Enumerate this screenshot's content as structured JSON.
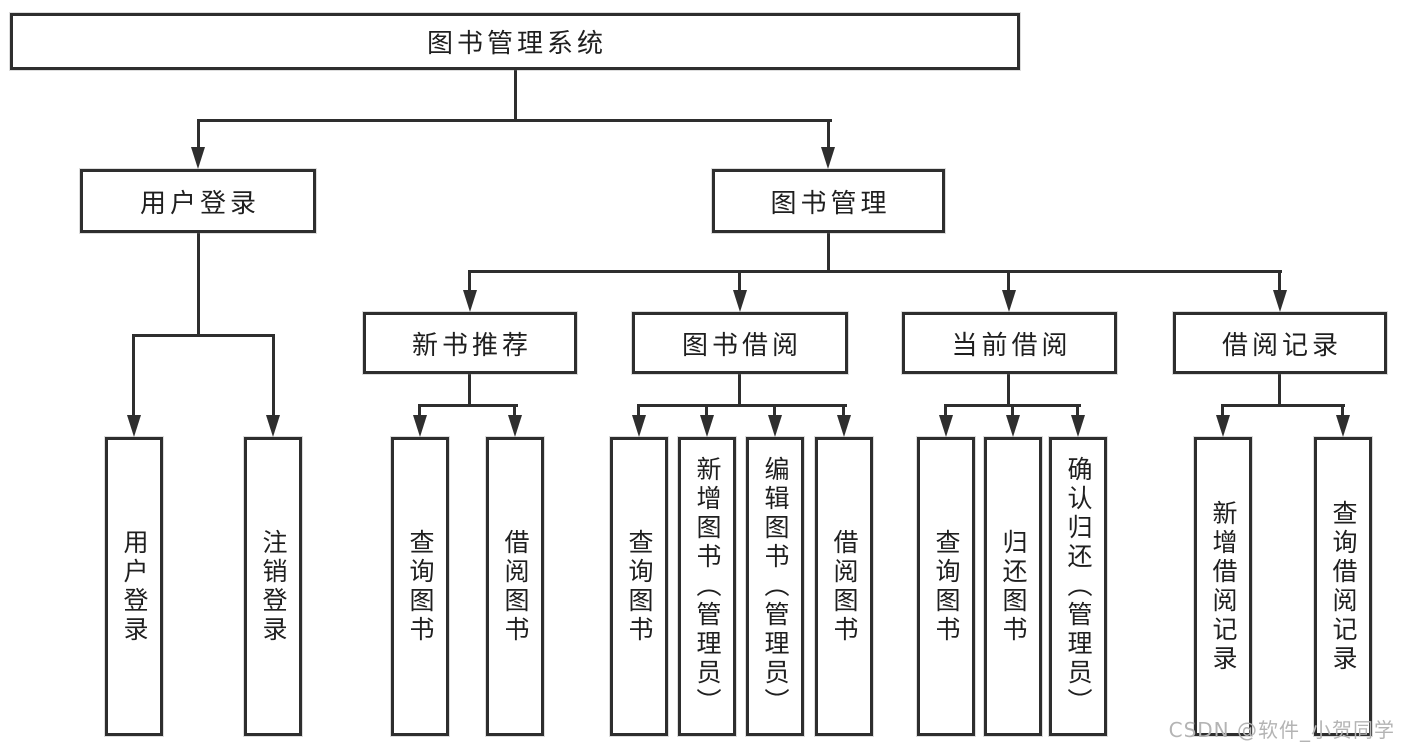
{
  "diagram_title": "图书管理系统",
  "tree": {
    "label": "图书管理系统",
    "children": [
      {
        "label": "用户登录",
        "children": [
          {
            "label": "用户登录"
          },
          {
            "label": "注销登录"
          }
        ]
      },
      {
        "label": "图书管理",
        "children": [
          {
            "label": "新书推荐",
            "children": [
              {
                "label": "查询图书"
              },
              {
                "label": "借阅图书"
              }
            ]
          },
          {
            "label": "图书借阅",
            "children": [
              {
                "label": "查询图书"
              },
              {
                "label": "新增图书（管理员）"
              },
              {
                "label": "编辑图书（管理员）"
              },
              {
                "label": "借阅图书"
              }
            ]
          },
          {
            "label": "当前借阅",
            "children": [
              {
                "label": "查询图书"
              },
              {
                "label": "归还图书"
              },
              {
                "label": "确认归还（管理员）"
              }
            ]
          },
          {
            "label": "借阅记录",
            "children": [
              {
                "label": "新增借阅记录"
              },
              {
                "label": "查询借阅记录"
              }
            ]
          }
        ]
      }
    ]
  },
  "watermark": {
    "text": "CSDN @软件_小贺同学"
  },
  "colors": {
    "line": "#2e2e2e",
    "text": "#1f1f1f",
    "background": "#ffffff",
    "watermark": "#b4b4b4"
  }
}
